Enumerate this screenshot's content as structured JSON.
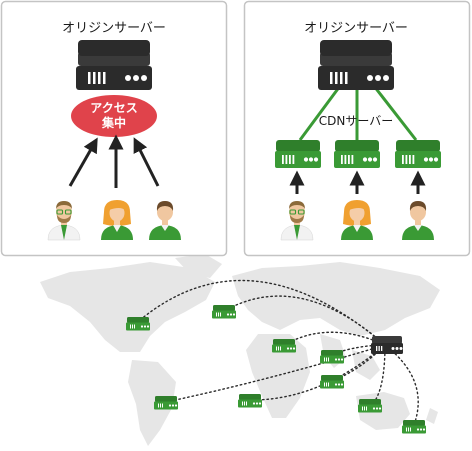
{
  "left_panel": {
    "title": "オリジンサーバー",
    "alert_line1": "アクセス",
    "alert_line2": "集中"
  },
  "right_panel": {
    "title": "オリジンサーバー",
    "cdn_label": "CDNサーバー"
  },
  "colors": {
    "server_dark": "#2b2b2b",
    "server_green": "#3a9a35",
    "alert_red": "#e0434b",
    "arrow": "#222222",
    "map_fill": "#e6e6e6"
  }
}
